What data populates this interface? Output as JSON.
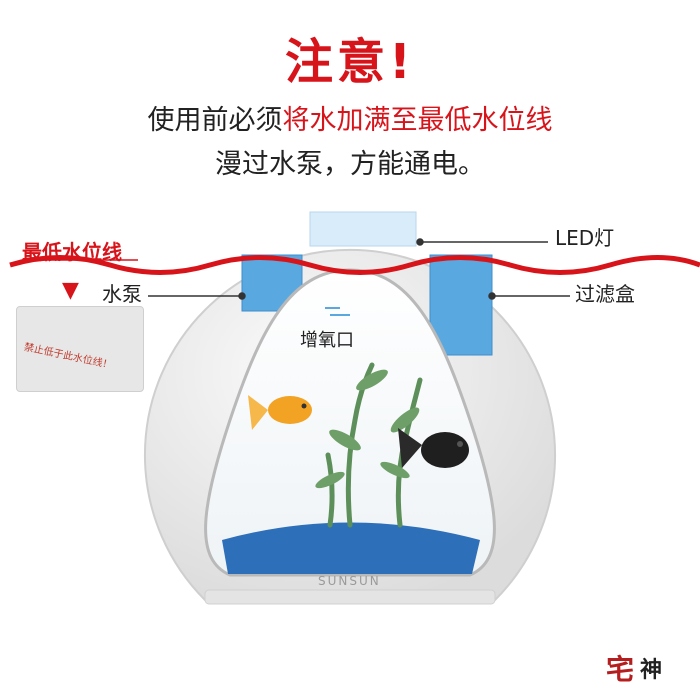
{
  "title": "注意!",
  "instruction": {
    "prefix": "使用前必须",
    "highlight": "将水加满至最低水位线",
    "line2": "漫过水泵，方能通电。"
  },
  "labels": {
    "water_level": "最低水位线",
    "led": "LED灯",
    "pump": "水泵",
    "filter": "过滤盒",
    "oxygen": "增氧口"
  },
  "sticker_text": "禁止低于此水位线！",
  "brand": "SUNSUN",
  "logo": {
    "mark": "宅",
    "text": "神"
  },
  "colors": {
    "accent": "#d8141b",
    "tank": "#efefef",
    "water_blue": "#5aa8e0"
  },
  "icons": [
    "arrow-down-icon",
    "warning-icon"
  ]
}
